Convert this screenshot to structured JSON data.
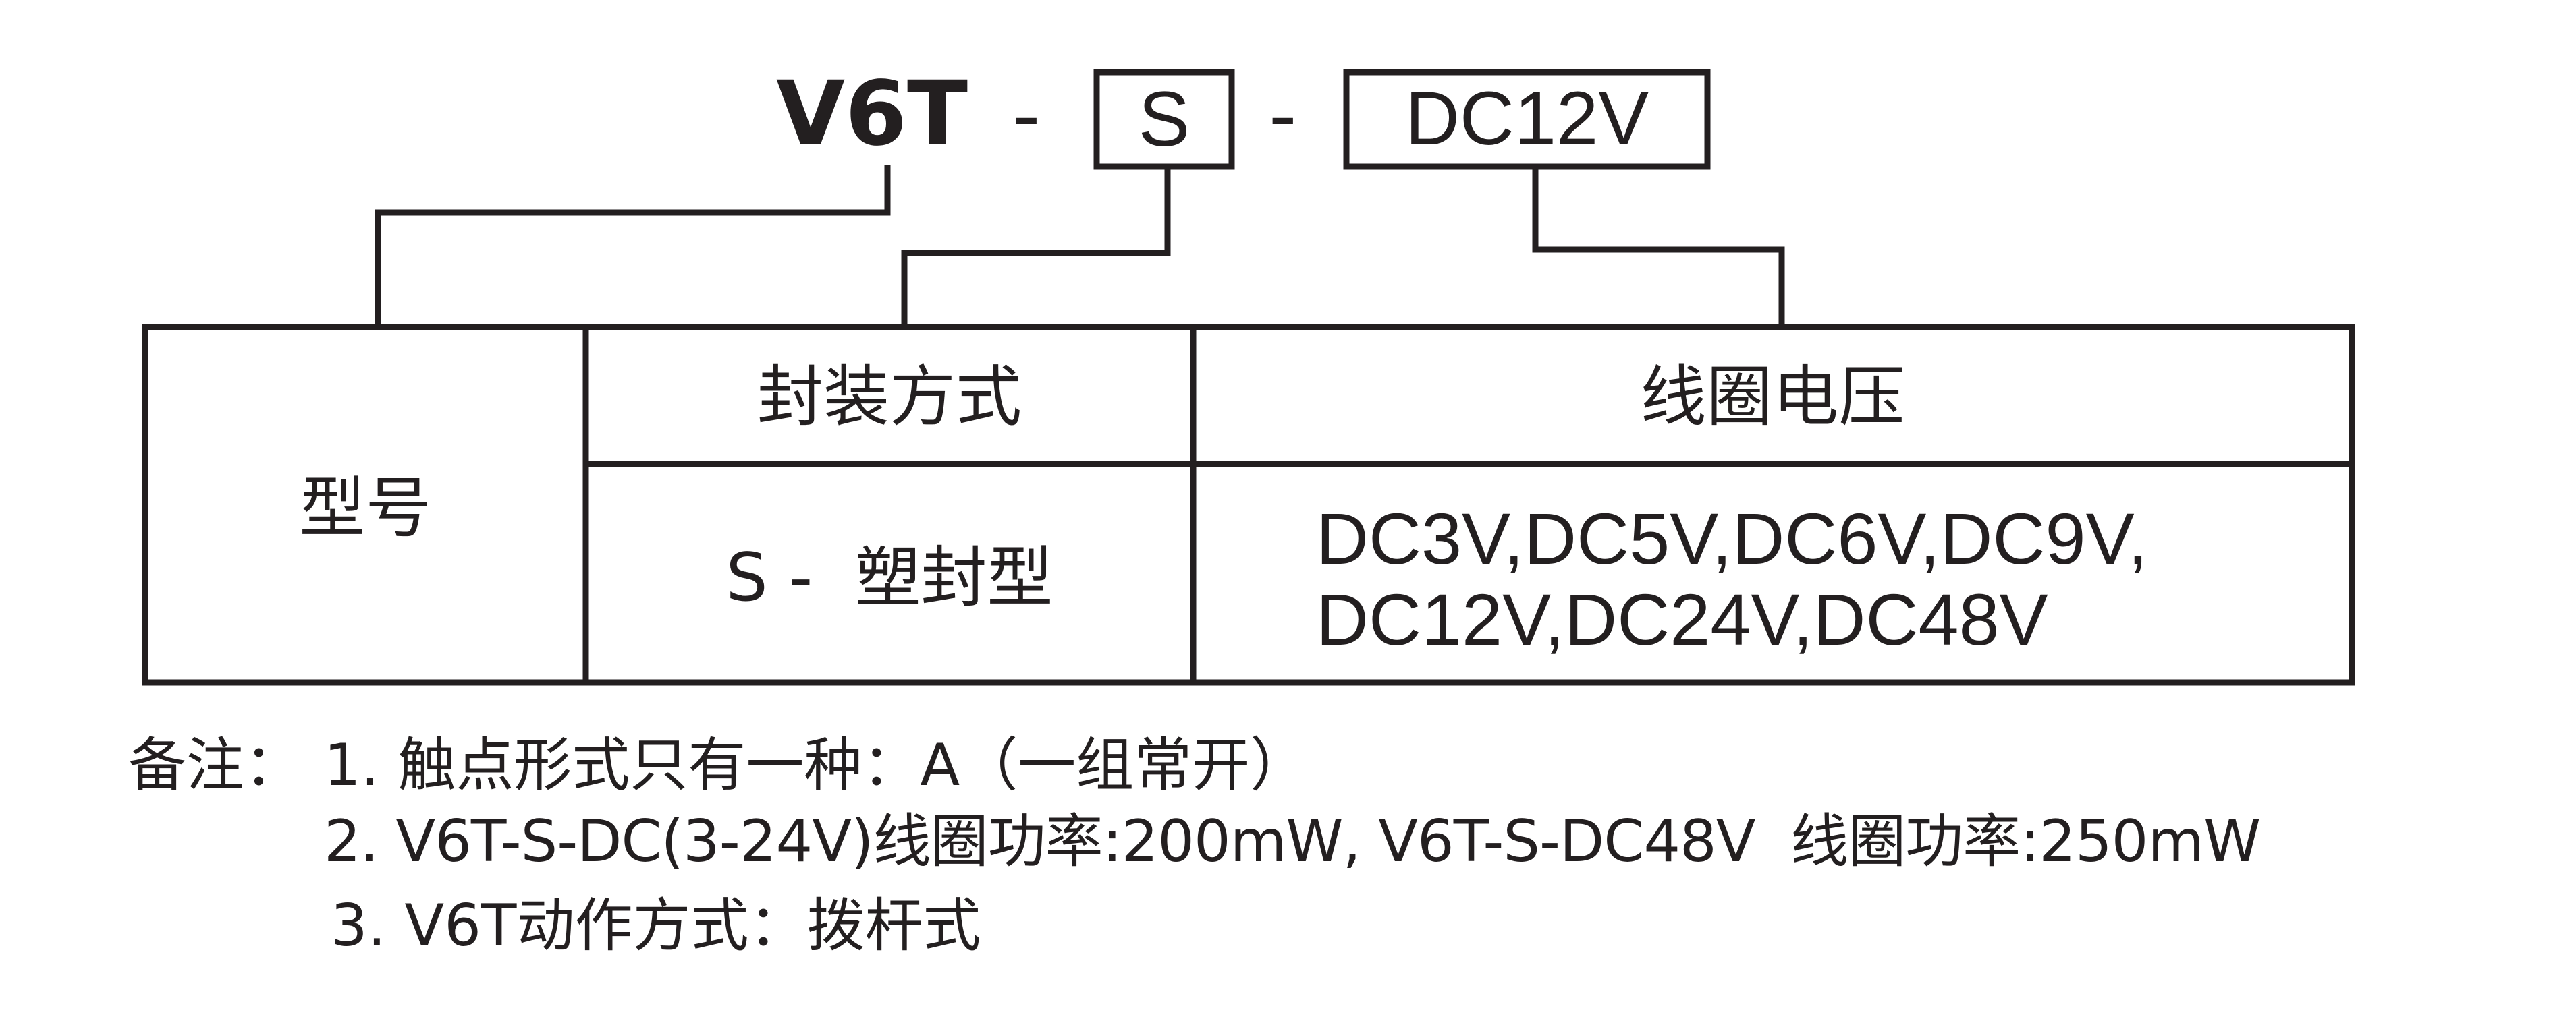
{
  "model_code": {
    "prefix": "V6T",
    "dash1": "-",
    "package_code": "S",
    "dash2": "-",
    "voltage_code": "DC12V"
  },
  "table": {
    "row_header": "型号",
    "col1_header": "封装方式",
    "col2_header": "线圈电压",
    "col1_value": "S -  塑封型",
    "col2_value_line1": "DC3V,DC5V,DC6V,DC9V,",
    "col2_value_line2": "DC12V,DC24V,DC48V"
  },
  "notes": {
    "label": "备注：",
    "note1": "1. 触点形式只有一种：A（一组常开）",
    "note2": "2. V6T-S-DC(3-24V)线圈功率:200mW, V6T-S-DC48V  线圈功率:250mW",
    "note3": "3. V6T动作方式：拨杆式"
  }
}
